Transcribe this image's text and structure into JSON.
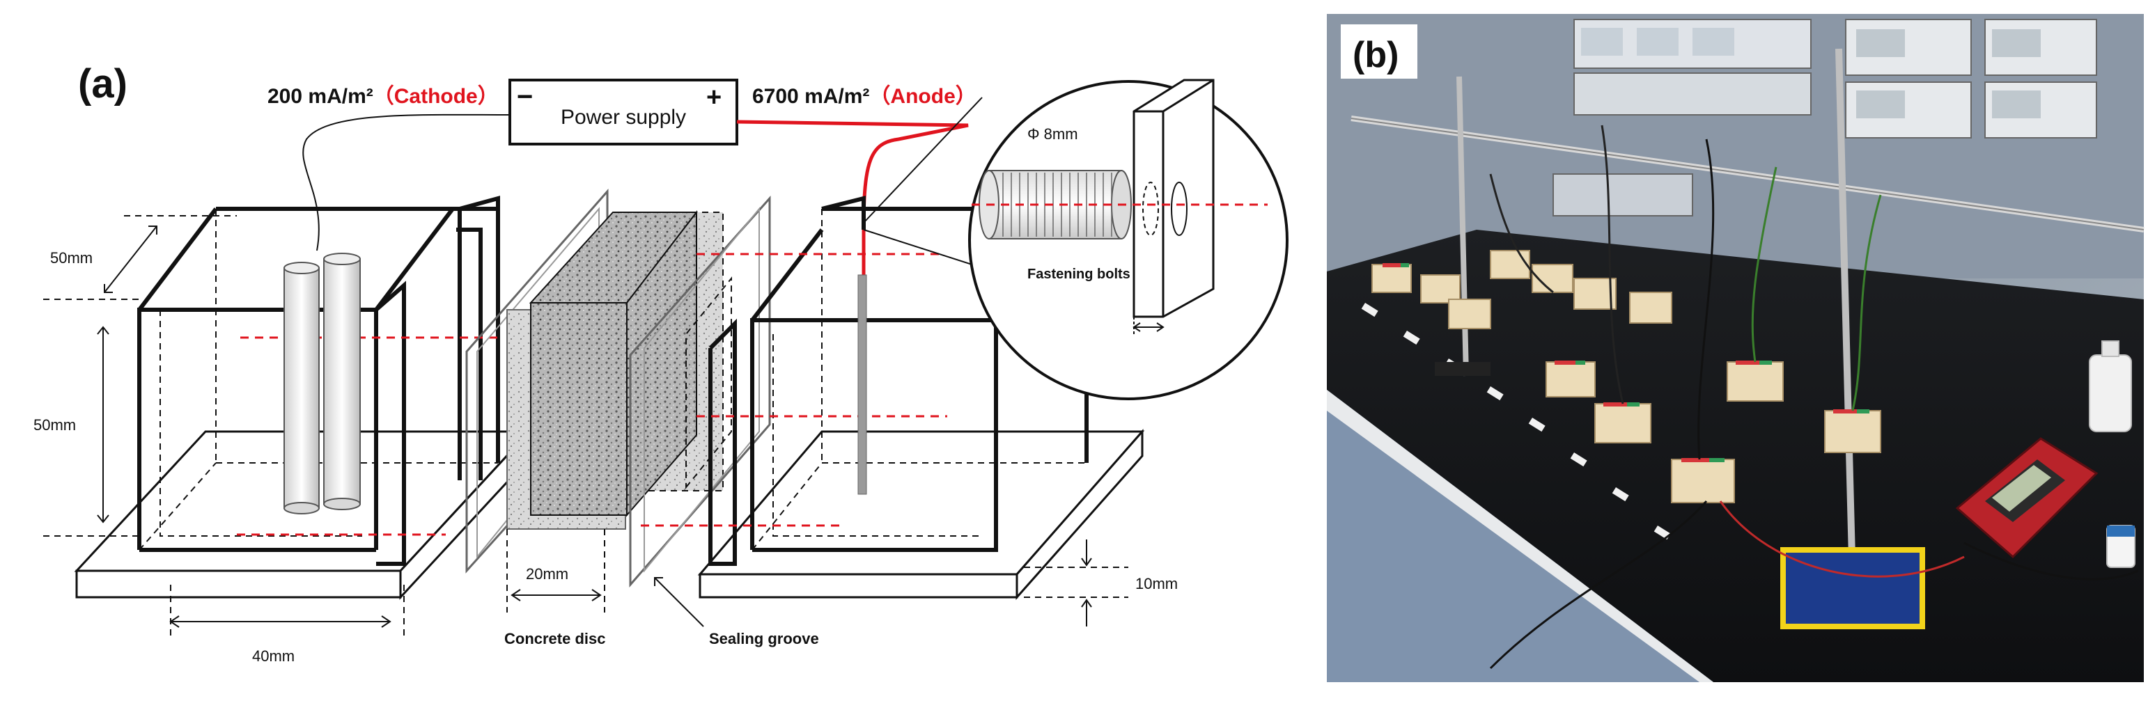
{
  "panel_a": {
    "label": "(a)",
    "power_supply": {
      "label": "Power supply",
      "minus": "−",
      "plus": "+"
    },
    "cathode": {
      "value": "200 mA/m²",
      "open": "（",
      "name": "Cathode",
      "close": "）"
    },
    "anode": {
      "value": "6700 mA/m²",
      "open": "（",
      "name": "Anode",
      "close": "）"
    },
    "inset": {
      "diameter": "Φ 8mm",
      "bolt_label": "Fastening bolts"
    },
    "dimensions": {
      "width_top": "50mm",
      "height": "50mm",
      "length": "40mm",
      "disc_thickness": "20mm",
      "base_thickness": "10mm"
    },
    "labels": {
      "concrete_disc": "Concrete disc",
      "sealing_groove": "Sealing groove"
    }
  },
  "panel_b": {
    "label": "(b)",
    "photo_description_icon": "lab-setup-photo"
  },
  "colors": {
    "accent_red": "#e0141e",
    "line": "#111111"
  }
}
